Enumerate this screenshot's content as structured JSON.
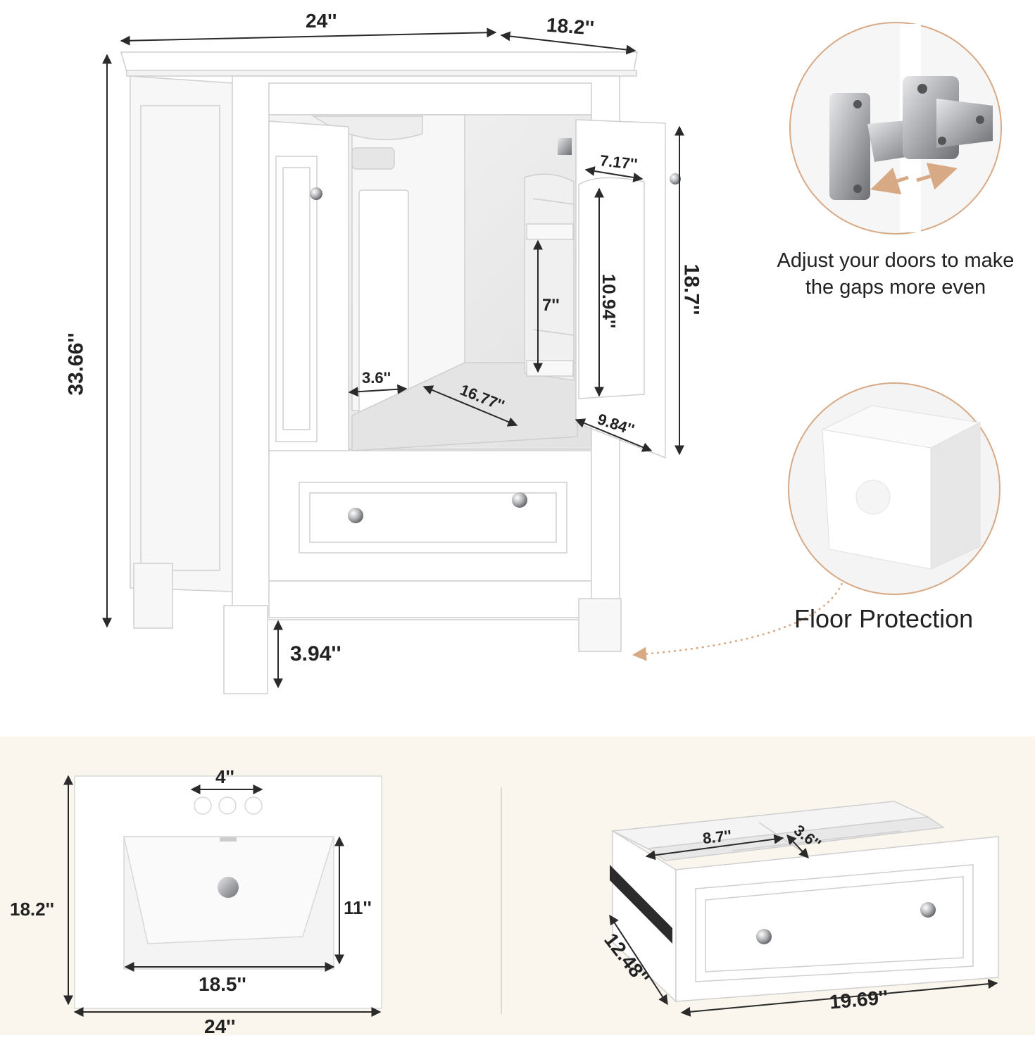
{
  "vanity": {
    "width": "24''",
    "depth": "18.2''",
    "height": "33.66''",
    "leg_height": "3.94''",
    "door_height": "18.7''",
    "shelf_gap": "7''",
    "door_inner_height": "10.94''",
    "door_shelf_width": "7.17''",
    "door_shelf_depth": "9.84''",
    "interior_depth": "16.77''",
    "plumbing_cutout": "3.6''"
  },
  "hinge_callout": {
    "caption_line1": "Adjust your doors to make",
    "caption_line2": "the gaps more even"
  },
  "floor_callout": {
    "caption": "Floor Protection"
  },
  "sink_top": {
    "faucet_spacing": "4''",
    "depth": "18.2''",
    "basin_depth": "11''",
    "basin_width": "18.5''",
    "width": "24''"
  },
  "drawer": {
    "compartment_width": "8.7''",
    "compartment_depth": "3.6''",
    "depth": "12.48''",
    "width": "19.69''"
  },
  "colors": {
    "cabinet": "#ffffff",
    "outline": "#cfcfcf",
    "dimension_line": "#2a2a2a",
    "bottom_band": "#faf6ee",
    "callout_ring": "#d7a985"
  }
}
